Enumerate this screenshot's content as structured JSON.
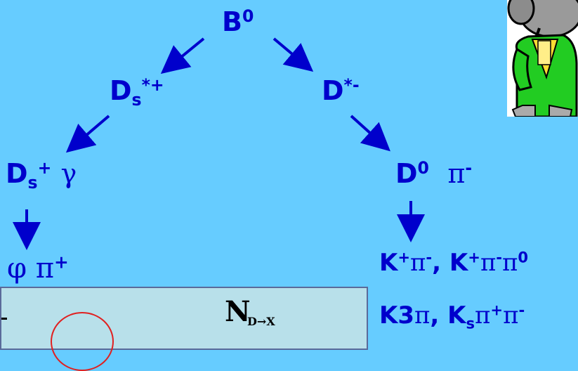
{
  "decay_tree": {
    "root": {
      "base": "B",
      "sup": "0"
    },
    "left": {
      "ds_star": {
        "base": "D",
        "sub": "s",
        "sup": "*+"
      },
      "ds": {
        "base": "D",
        "sub": "s",
        "sup": "+",
        "extra": "γ"
      },
      "final": {
        "text": "φ π",
        "sup": "+"
      }
    },
    "right": {
      "d_star": {
        "base": "D",
        "sup": "*-"
      },
      "d0": {
        "base": "D",
        "sup": "0",
        "pi": "π",
        "pi_sup": "-"
      },
      "modes_line1": {
        "k1": "K",
        "k1_sup": "+",
        "pi1": "π",
        "pi1_sup": "-",
        "sep": ", ",
        "k2": "K",
        "k2_sup": "+",
        "pi2": "π",
        "pi2_sup": "-",
        "pi3": "π",
        "pi3_sup": "0"
      },
      "modes_line2": {
        "k3": "K3",
        "pi": "π",
        "sep": ", ",
        "ks": "K",
        "ks_sub": "s",
        "pi_a": "π",
        "pi_a_sup": "+",
        "pi_b": "π",
        "pi_b_sup": "-"
      }
    }
  },
  "formula": {
    "n": "N",
    "n_sub": "D→X"
  },
  "colors": {
    "background": "#66ccff",
    "text": "#0000cc",
    "circle": "#e02020"
  },
  "mascot": {
    "icon": "cartoon-elephant-mascot"
  }
}
